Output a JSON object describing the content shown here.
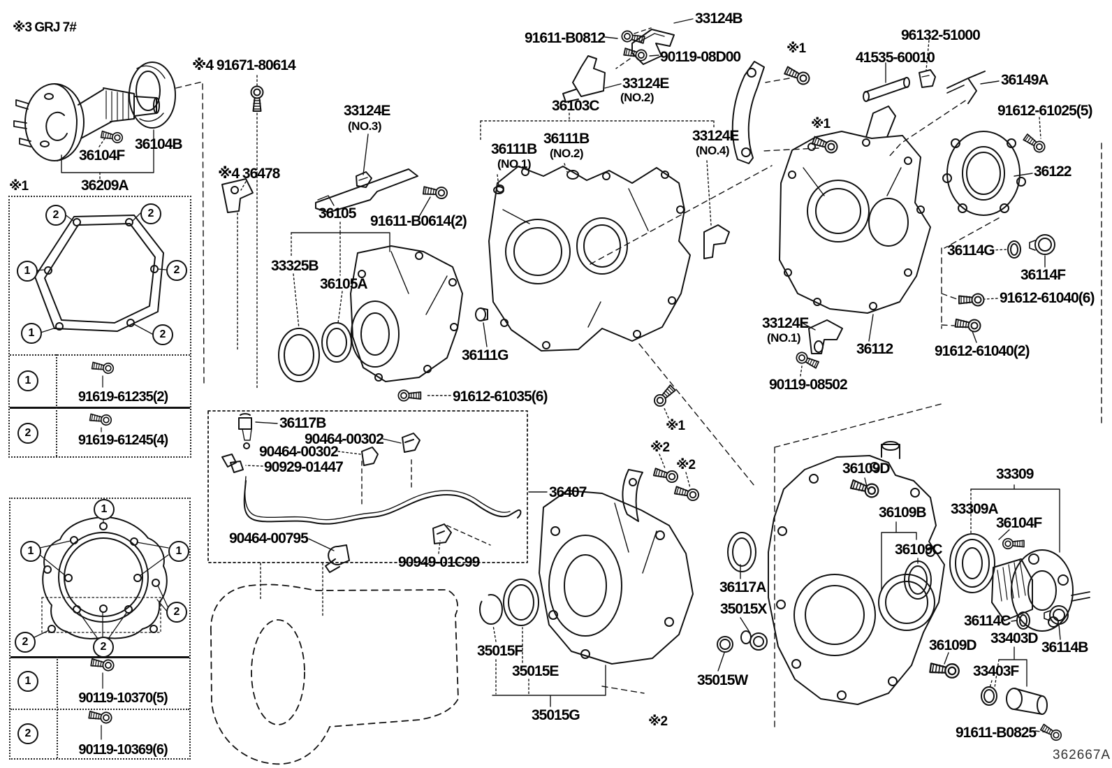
{
  "page": {
    "note_top_left": "※3 GRJ 7#",
    "drawing_number": "362667A"
  },
  "labels": [
    {
      "text": "※3 GRJ 7#"
    },
    {
      "text": "※4 91671-80614"
    },
    {
      "text": "33124E"
    },
    {
      "text": "(NO.3)"
    },
    {
      "text": "36104B"
    },
    {
      "text": "36104F"
    },
    {
      "text": "36209A"
    },
    {
      "text": "※1"
    },
    {
      "text": "※4 36478"
    },
    {
      "text": "36105"
    },
    {
      "text": "91611-B0614(2)"
    },
    {
      "text": "33325B"
    },
    {
      "text": "36105A"
    },
    {
      "text": "36111G"
    },
    {
      "text": "91612-61035(6)"
    },
    {
      "text": "33124B"
    },
    {
      "text": "91611-B0812"
    },
    {
      "text": "90119-08D00"
    },
    {
      "text": "33124E"
    },
    {
      "text": "(NO.2)"
    },
    {
      "text": "36103C"
    },
    {
      "text": "36111B"
    },
    {
      "text": "(NO.1)"
    },
    {
      "text": "36111B"
    },
    {
      "text": "(NO.2)"
    },
    {
      "text": "33124E"
    },
    {
      "text": "(NO.4)"
    },
    {
      "text": "※1"
    },
    {
      "text": "※1"
    },
    {
      "text": "96132-51000"
    },
    {
      "text": "41535-60010"
    },
    {
      "text": "36149A"
    },
    {
      "text": "91612-61025(5)"
    },
    {
      "text": "36122"
    },
    {
      "text": "36114G"
    },
    {
      "text": "36114F"
    },
    {
      "text": "91612-61040(6)"
    },
    {
      "text": "33124E"
    },
    {
      "text": "(NO.1)"
    },
    {
      "text": "36112"
    },
    {
      "text": "91612-61040(2)"
    },
    {
      "text": "90119-08502"
    },
    {
      "text": "※1"
    },
    {
      "text": "※2"
    },
    {
      "text": "※2"
    },
    {
      "text": "36407"
    },
    {
      "text": "36117B"
    },
    {
      "text": "90464-00302"
    },
    {
      "text": "90464-00302"
    },
    {
      "text": "90929-01447"
    },
    {
      "text": "90464-00795"
    },
    {
      "text": "90949-01C99"
    },
    {
      "text": "36117A"
    },
    {
      "text": "35015X"
    },
    {
      "text": "35015W"
    },
    {
      "text": "35015F"
    },
    {
      "text": "35015E"
    },
    {
      "text": "35015G"
    },
    {
      "text": "※2"
    },
    {
      "text": "36109D"
    },
    {
      "text": "33309"
    },
    {
      "text": "33309A"
    },
    {
      "text": "36109B"
    },
    {
      "text": "36104F"
    },
    {
      "text": "36109C"
    },
    {
      "text": "36114C"
    },
    {
      "text": "33403D"
    },
    {
      "text": "36114B"
    },
    {
      "text": "36109D"
    },
    {
      "text": "33403F"
    },
    {
      "text": "91611-B0825"
    },
    {
      "text": "362667A"
    }
  ],
  "ref_table_1": {
    "marker": "※1",
    "gasket_part": "36209A",
    "rows": [
      {
        "num": "1",
        "part": "91619-61235(2)"
      },
      {
        "num": "2",
        "part": "91619-61245(4)"
      }
    ],
    "callouts": [
      "2",
      "2",
      "1",
      "2",
      "1",
      "2"
    ]
  },
  "ref_table_2": {
    "marker": "※2",
    "rows": [
      {
        "num": "1",
        "part": "90119-10370(5)"
      },
      {
        "num": "2",
        "part": "90119-10369(6)"
      }
    ],
    "callouts": [
      "1",
      "1",
      "1",
      "2",
      "2",
      "2"
    ]
  }
}
